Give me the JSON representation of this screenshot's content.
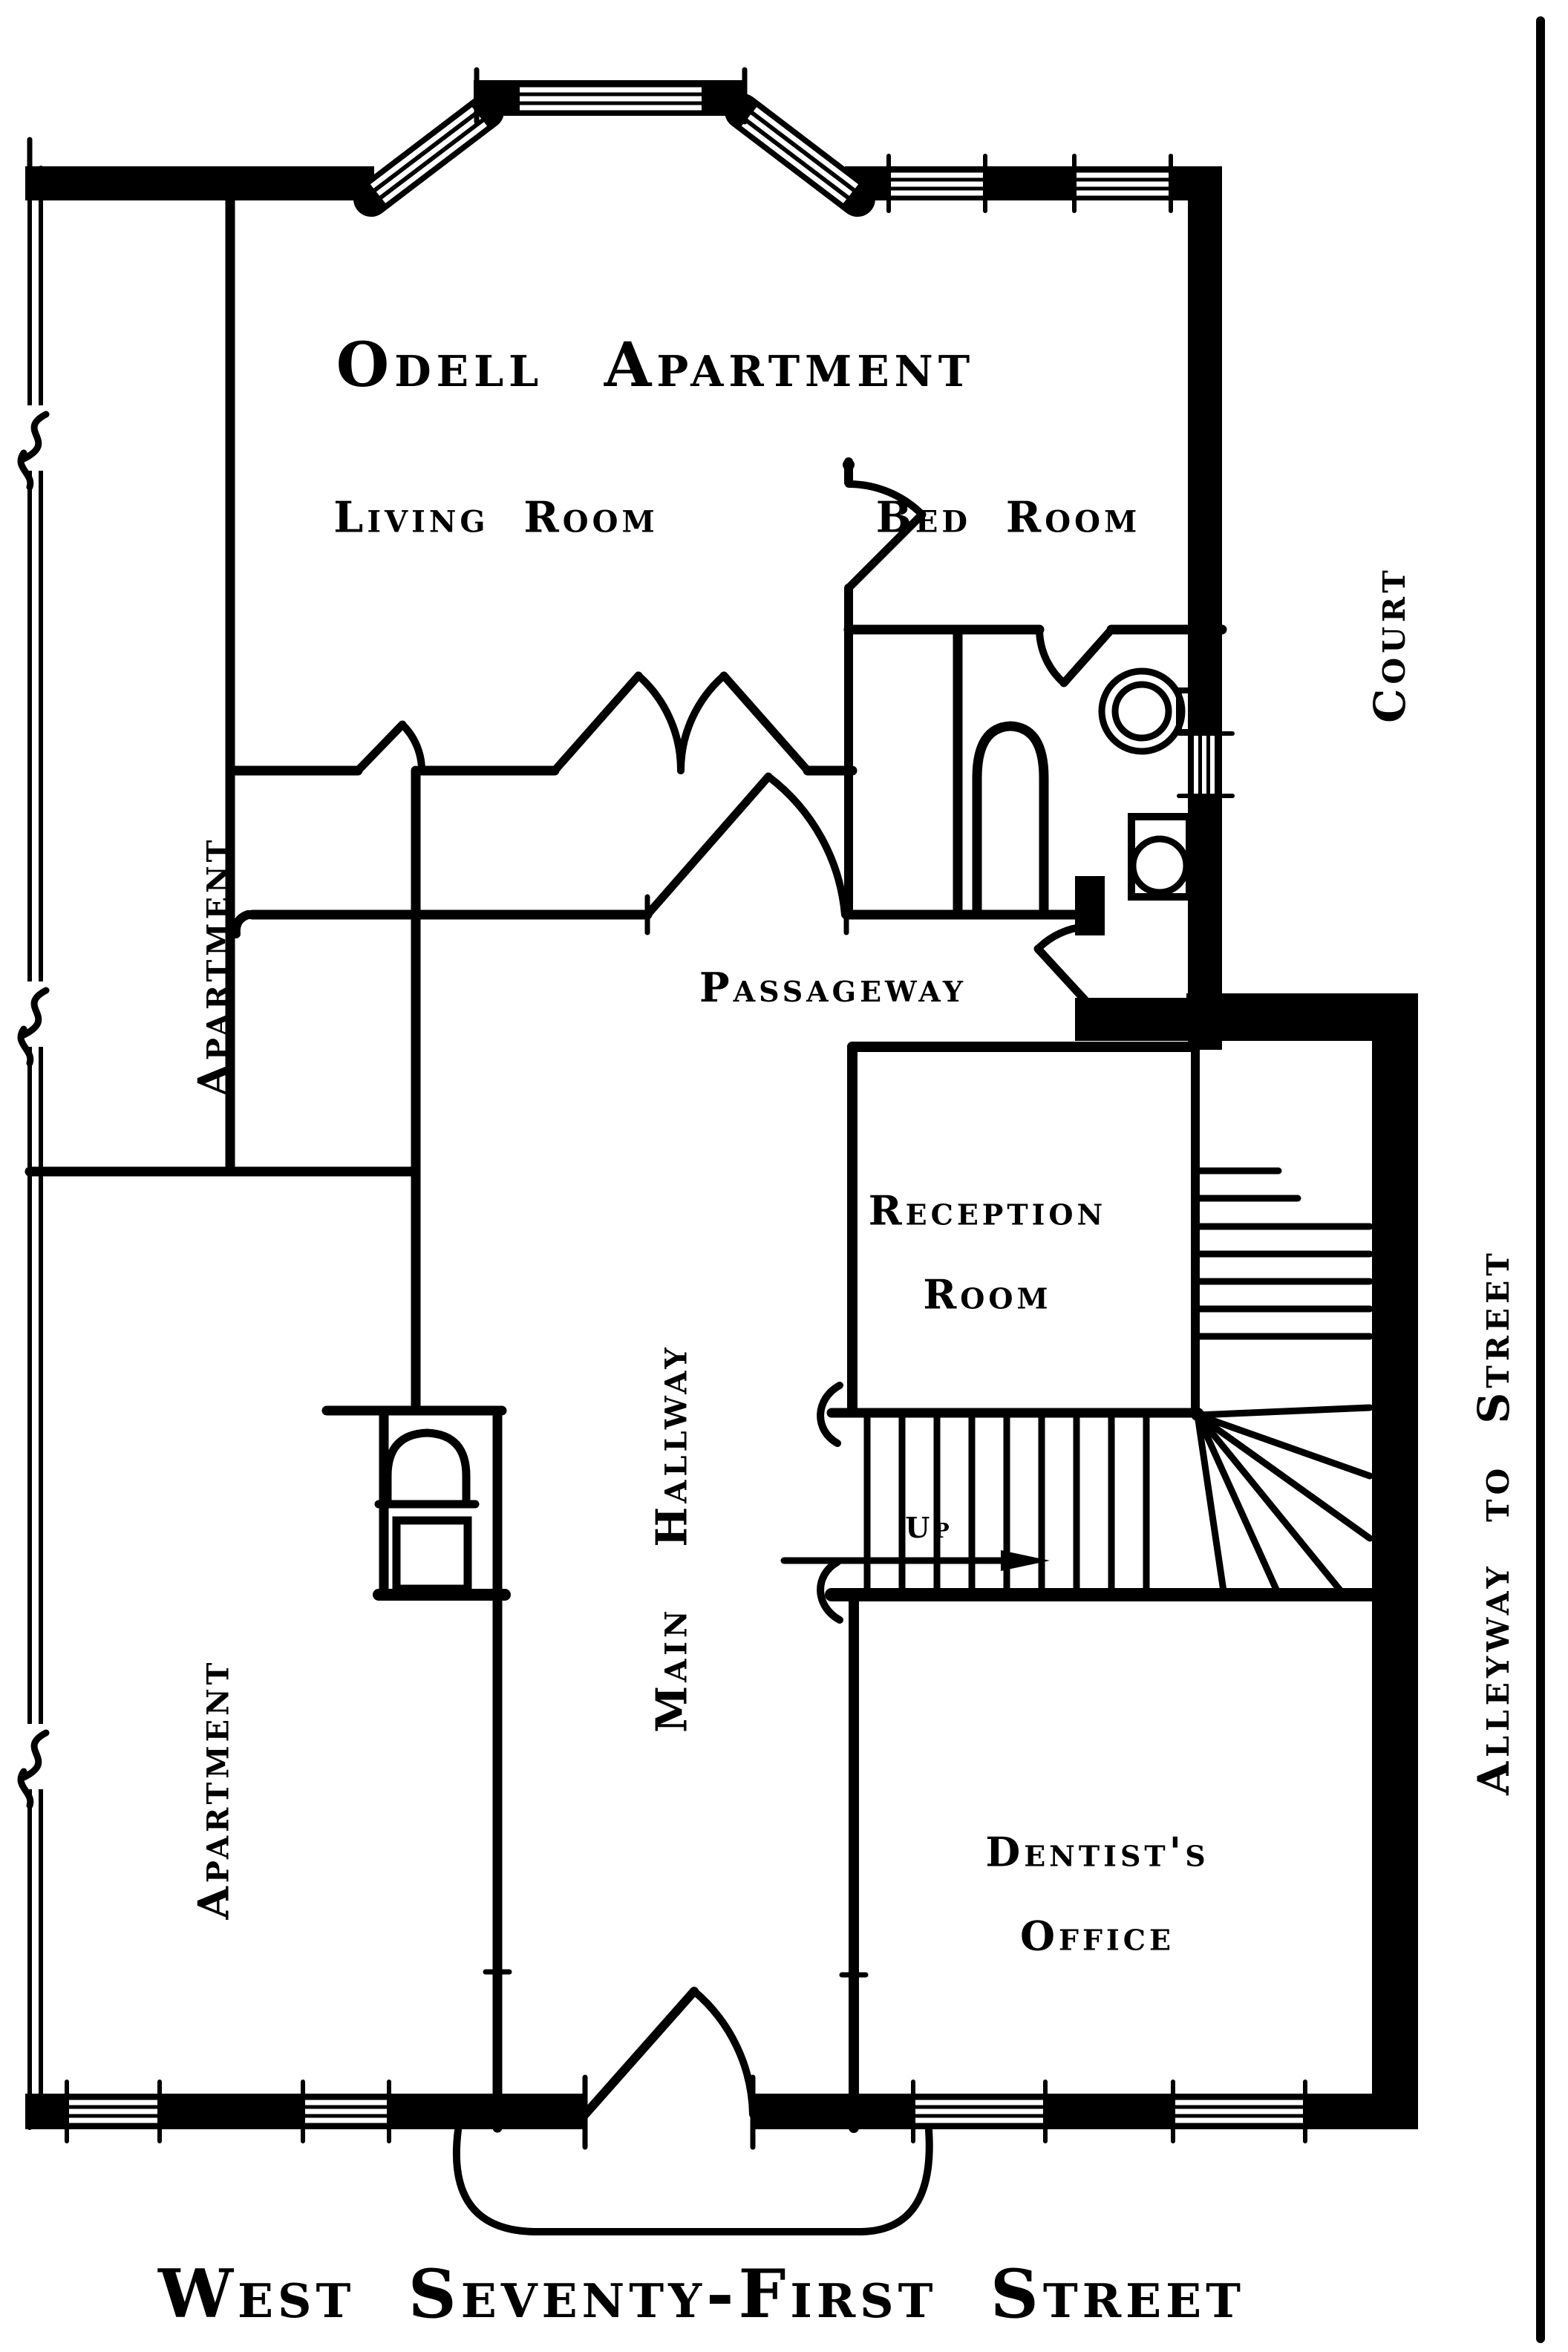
{
  "plan": {
    "title": "Odell Apartment",
    "rooms": {
      "living_room": "Living Room",
      "bed_room": "Bed Room",
      "passageway": "Passageway",
      "reception_line1": "Reception",
      "reception_line2": "Room",
      "main_hallway": "Main Hallway",
      "dentist_line1": "Dentist's",
      "dentist_line2": "Office",
      "apartment_upper": "Apartment",
      "apartment_lower": "Apartment"
    },
    "stairs": {
      "up": "Up"
    },
    "surroundings": {
      "court": "Court",
      "alleyway": "Alleyway to Street",
      "street": "West Seventy-First Street"
    },
    "colors": {
      "ink": "#000000",
      "paper": "#ffffff"
    }
  }
}
